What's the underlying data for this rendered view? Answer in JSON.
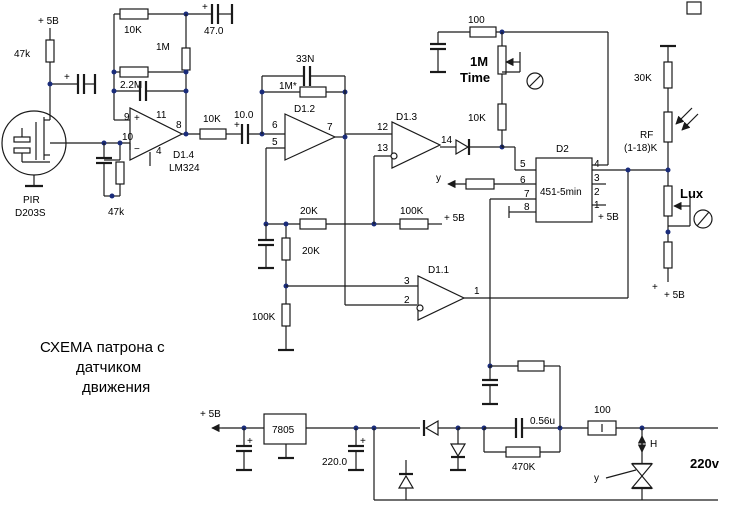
{
  "title_lines": [
    "СХЕМА  патрона с",
    "датчиком",
    "движения"
  ],
  "supply": {
    "plus5_top": "+ 5В",
    "plus5_left": "+ 5В",
    "plus5_right": "+ 5B",
    "plus5_d2": "+ 5В",
    "plus5_div": "+ 5В",
    "mains": "220v"
  },
  "pir": {
    "name": "PIR",
    "model": "D203S"
  },
  "opamps": {
    "d14": {
      "name": "D1.4",
      "chip": "LM324",
      "pins": [
        "11",
        "9",
        "10",
        "8",
        "4"
      ]
    },
    "d12": {
      "name": "D1.2",
      "pins": [
        "6",
        "5",
        "7"
      ]
    },
    "d13": {
      "name": "D1.3",
      "pins": [
        "12",
        "13",
        "14"
      ]
    },
    "d11": {
      "name": "D1.1",
      "pins": [
        "3",
        "2",
        "1"
      ]
    }
  },
  "timer": {
    "name": "D2",
    "part": "451-5min",
    "pins_left": [
      "5",
      "6",
      "7",
      "8"
    ],
    "pins_right": [
      "4",
      "3",
      "2",
      "1"
    ],
    "out_label": "y"
  },
  "labels": {
    "r47k_top": "47k",
    "r47k_bot": "47k",
    "r10k_fb": "10K",
    "r1m_fb": "1M",
    "r22m": "2.2M",
    "c47": "47.0",
    "r10k_s": "10K",
    "c10": "10.0",
    "c33n": "33N",
    "r1m_star": "1M*",
    "r100_top": "100",
    "pot_1m": "1M",
    "pot_time": "Time",
    "r10k_time": "10K",
    "r20k_a": "20K",
    "r100k_a": "100K",
    "r20k_b": "20K",
    "r100k_b": "100K",
    "r30k": "30K",
    "rf_line1": "RF",
    "rf_line2": "(1-18)K",
    "lux": "Lux",
    "reg": "7805",
    "c220": "220.0",
    "c056": "0.56u",
    "r470k": "470K",
    "r100_mains": "100",
    "triac_gate": "y",
    "h_label": "H"
  }
}
